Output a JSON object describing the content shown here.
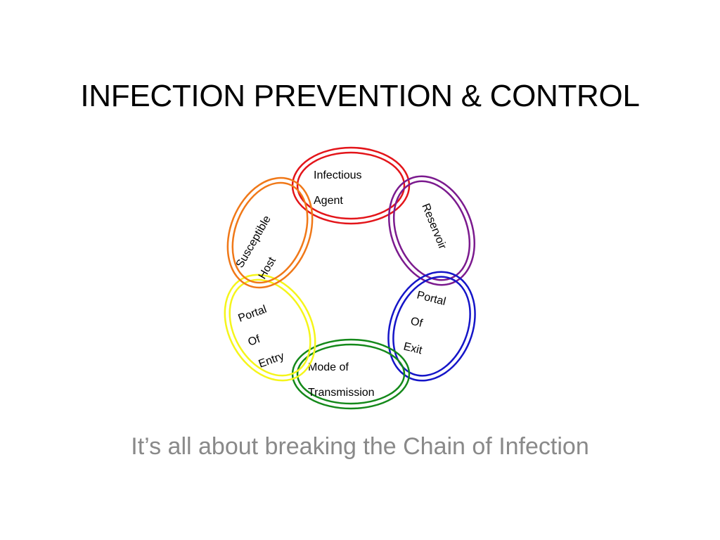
{
  "slide": {
    "title": "INFECTION PREVENTION & CONTROL",
    "subtitle": "It’s all about breaking the Chain of Infection"
  },
  "chain": {
    "links": [
      {
        "id": "infectious-agent",
        "color": "#e3151a",
        "lines": [
          "Infectious",
          "Agent"
        ]
      },
      {
        "id": "reservoir",
        "color": "#7b1a8e",
        "lines": [
          "Reservoir"
        ]
      },
      {
        "id": "portal-of-exit",
        "color": "#1515c8",
        "lines": [
          "Portal",
          "Of",
          "Exit"
        ]
      },
      {
        "id": "mode-of-transmission",
        "color": "#14891a",
        "lines": [
          "Mode of",
          "Transmission"
        ]
      },
      {
        "id": "portal-of-entry",
        "color": "#f5f51a",
        "lines": [
          "Portal",
          "Of",
          "Entry"
        ]
      },
      {
        "id": "susceptible-host",
        "color": "#f07818",
        "lines": [
          "Susceptible",
          "Host"
        ]
      }
    ]
  }
}
